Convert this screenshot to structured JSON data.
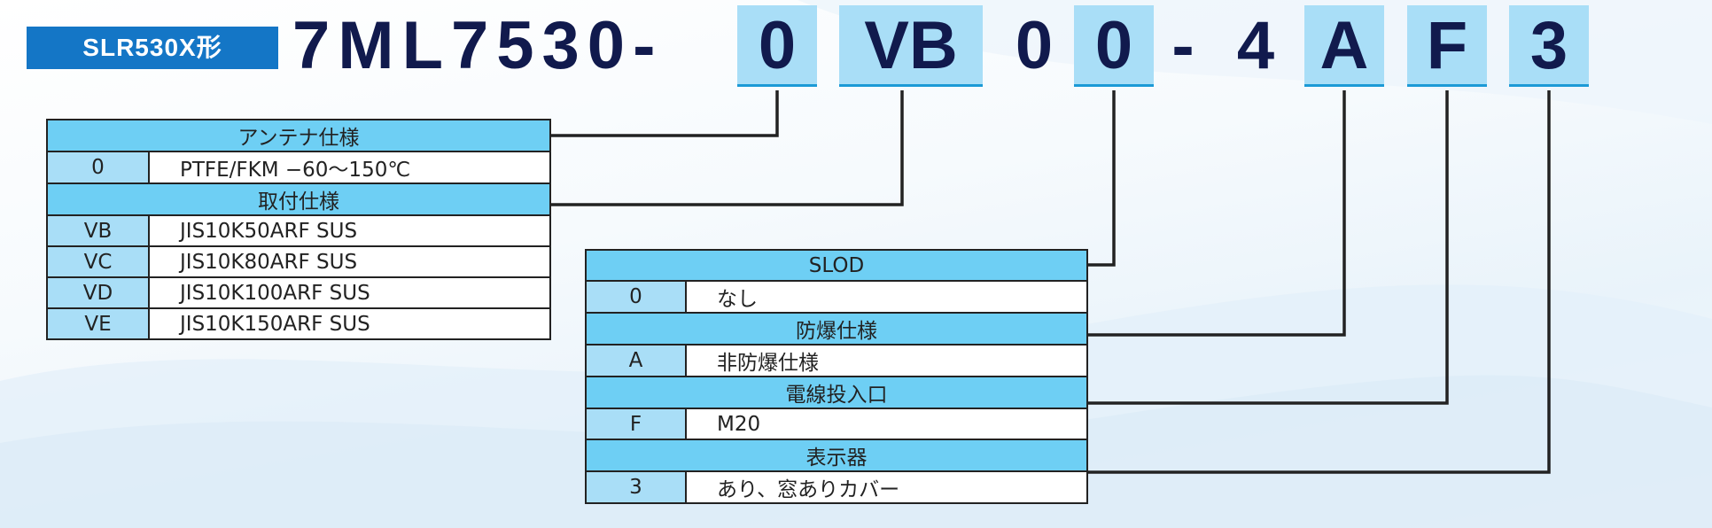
{
  "model_badge": "SLR530X形",
  "code": {
    "prefix": "7ML7530-",
    "antenna": "0",
    "mount": "VB",
    "fixed_zero": "0",
    "slod": "0",
    "dash": "-",
    "fixed_four": "4",
    "explosion": "A",
    "cable": "F",
    "display": "3"
  },
  "left_table": {
    "antenna_header": "アンテナ仕様",
    "antenna_rows": [
      {
        "code": "0",
        "desc": "PTFE/FKM −60〜150℃"
      }
    ],
    "mount_header": "取付仕様",
    "mount_rows": [
      {
        "code": "VB",
        "desc": "JIS10K50ARF SUS"
      },
      {
        "code": "VC",
        "desc": "JIS10K80ARF SUS"
      },
      {
        "code": "VD",
        "desc": "JIS10K100ARF SUS"
      },
      {
        "code": "VE",
        "desc": "JIS10K150ARF SUS"
      }
    ]
  },
  "right_table": {
    "slod_header": "SLOD",
    "slod_rows": [
      {
        "code": "0",
        "desc": "なし"
      }
    ],
    "explosion_header": "防爆仕様",
    "explosion_rows": [
      {
        "code": "A",
        "desc": "非防爆仕様"
      }
    ],
    "cable_header": "電線投入口",
    "cable_rows": [
      {
        "code": "F",
        "desc": "M20"
      }
    ],
    "display_header": "表示器",
    "display_rows": [
      {
        "code": "3",
        "desc": "あり、窓ありカバー"
      }
    ]
  },
  "colors": {
    "header_fill": "#6ecff4",
    "code_fill": "#a9def7",
    "badge_fill": "#1476c6",
    "code_text": "#111a4d"
  }
}
